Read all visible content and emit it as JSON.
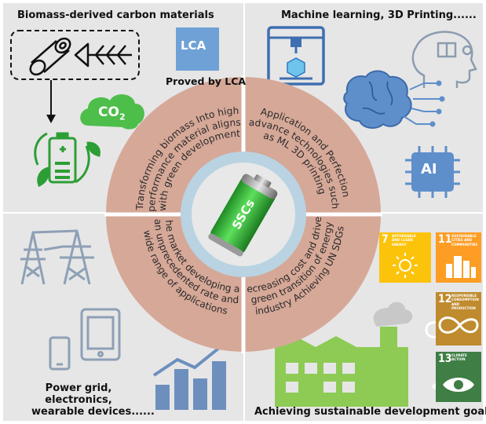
{
  "quadrants": {
    "top_left": {
      "title": "Biomass-derived carbon materials",
      "co2_label": "CO",
      "co2_subscript": "2",
      "lca_badge": "LCA",
      "lca_caption": "Proved by LCA"
    },
    "top_right": {
      "title": "Machine learning, 3D Printing......",
      "ai_chip": "AI"
    },
    "bottom_left": {
      "caption_lines": [
        "Power grid,",
        "electronics,",
        "wearable devices......"
      ]
    },
    "bottom_right": {
      "caption": "Achieving sustainable development goals"
    }
  },
  "ring_texts": {
    "top_left": [
      "Transforming biomass Into high",
      "performance material aligns",
      "with green development"
    ],
    "top_right": [
      "Application and Perfection",
      "advance technologies such",
      "as ML 3D printing"
    ],
    "bottom_left": [
      "The market developing at",
      "an unprecedented rate and",
      "wide range of applications"
    ],
    "bottom_right": [
      "Decreasing cost and driven",
      "green transition of energy",
      "industry Achieving UN SDGs"
    ]
  },
  "center": {
    "label": "SSCs"
  },
  "sdg_tiles": [
    {
      "number": "7",
      "text": "AFFORDABLE AND CLEAN ENERGY",
      "color": "#FCC30B"
    },
    {
      "number": "11",
      "text": "SUSTAINABLE CITIES AND COMMUNITIES",
      "color": "#FD9D24"
    },
    {
      "number": "12",
      "text": "RESPONSIBLE CONSUMPTION AND PRODUCTION",
      "color": "#BF8B2E"
    },
    {
      "number": "13",
      "text": "CLIMATE ACTION",
      "color": "#3F7E44"
    }
  ],
  "colors": {
    "panel_bg": "#E6E6E6",
    "ring_fill": "#D6A898",
    "inner_ring": "#B9D3E2",
    "green": "#3FB54A",
    "blue_icon": "#4A7BB8",
    "grey_icon": "#8C9CB0"
  }
}
